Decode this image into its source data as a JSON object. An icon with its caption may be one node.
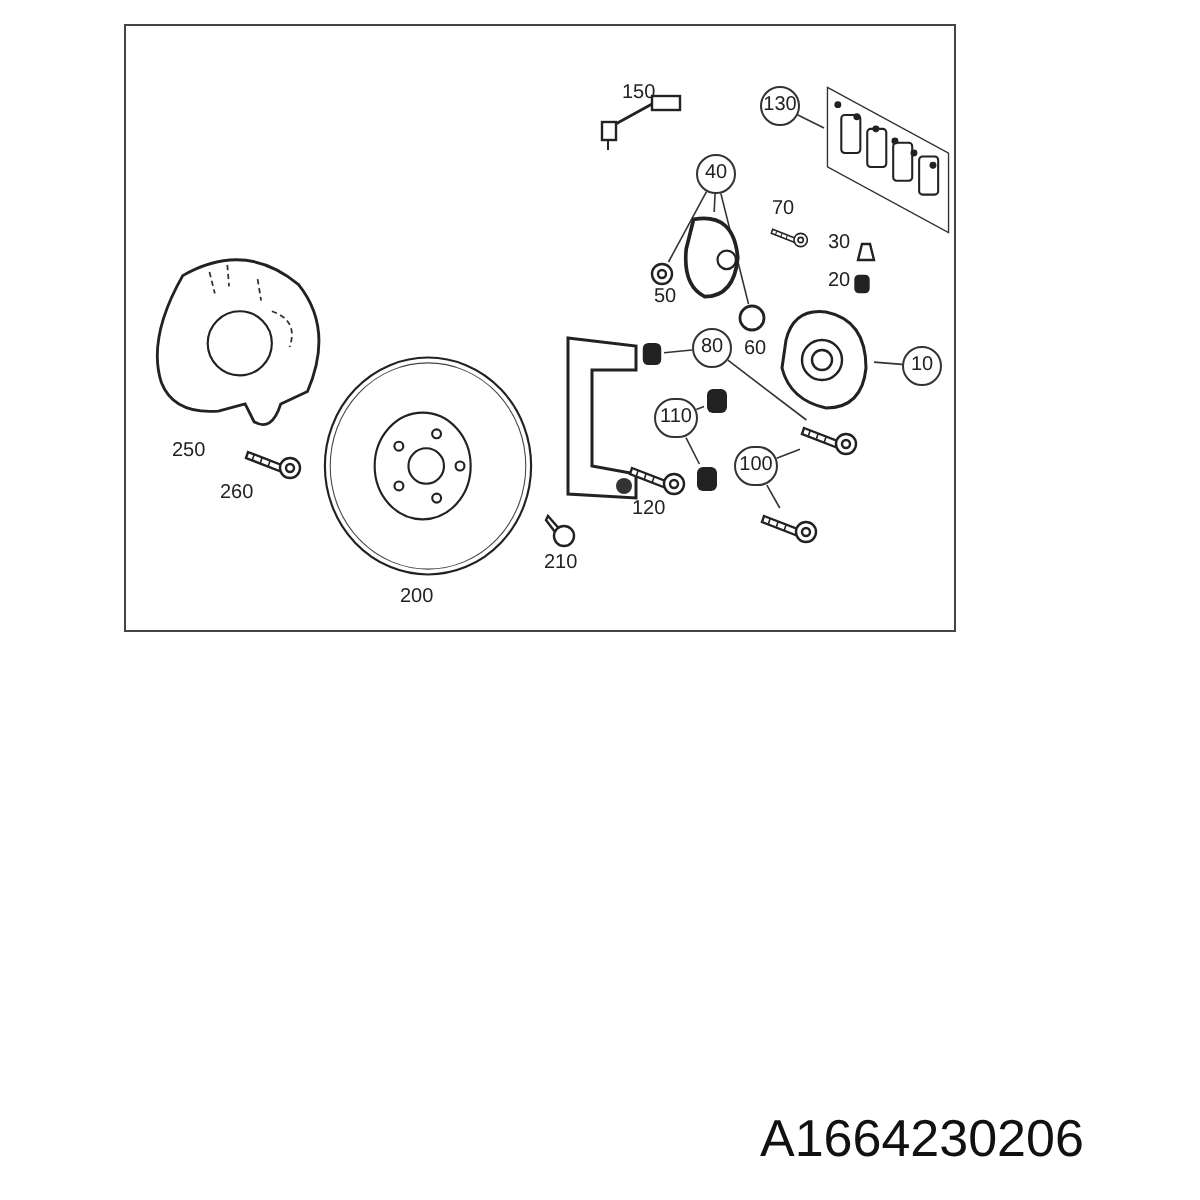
{
  "diagram": {
    "nodes": [
      {
        "text": [
          "130"
        ]
      },
      {
        "text": [],
        "shape": "picture"
      },
      {
        "text": [
          "40"
        ]
      },
      {
        "text": [],
        "shape": "picture"
      },
      {
        "text": [],
        "shape": "circle"
      },
      {
        "text": [],
        "shape": "circle"
      },
      {
        "text": [
          "80"
        ]
      },
      {
        "text": [],
        "shape": "box"
      },
      {
        "text": [],
        "shape": "picture"
      },
      {
        "text": [
          "110"
        ]
      },
      {
        "text": [],
        "shape": "box"
      },
      {
        "text": [],
        "shape": "box"
      },
      {
        "text": [
          "100"
        ]
      },
      {
        "text": [],
        "shape": "picture"
      },
      {
        "text": [
          "10"
        ]
      },
      {
        "text": [],
        "shape": "picture"
      }
    ],
    "edges": [
      {
        "from": 0,
        "to": 1,
        "arrow": "none"
      },
      {
        "from": 2,
        "to": 3,
        "arrow": "none"
      },
      {
        "from": 2,
        "to": 4,
        "arrow": "none"
      },
      {
        "from": 2,
        "to": 5,
        "arrow": "none"
      },
      {
        "from": 6,
        "to": 7,
        "arrow": "none"
      },
      {
        "from": 6,
        "to": 8,
        "arrow": "none"
      },
      {
        "from": 9,
        "to": 10,
        "arrow": "none"
      },
      {
        "from": 9,
        "to": 11,
        "arrow": "none"
      },
      {
        "from": 12,
        "to": 8,
        "arrow": "none"
      },
      {
        "from": 12,
        "to": 13,
        "arrow": "none"
      },
      {
        "from": 14,
        "to": 15,
        "arrow": "none"
      }
    ],
    "labels": [
      "150",
      "50",
      "70",
      "30",
      "20",
      "60",
      "250",
      "260",
      "200",
      "210",
      "120",
      "A1664230206"
    ]
  }
}
